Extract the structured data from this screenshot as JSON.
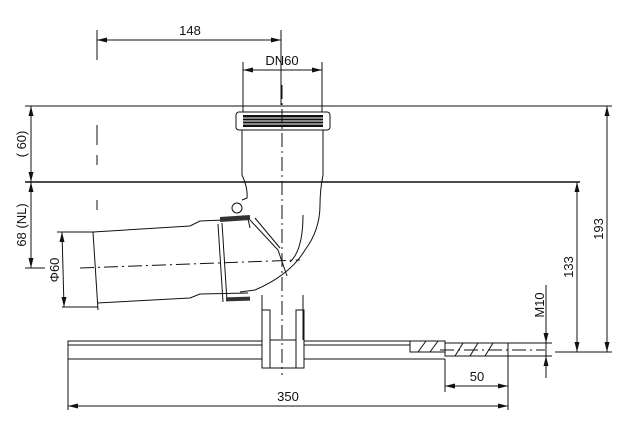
{
  "dimensions": {
    "offset_horizontal": "148",
    "nominal_diameter": "DN60",
    "upper_height": "( 60)",
    "nl_height": "68 (NL)",
    "outlet_diameter": "Φ60",
    "height_nl": "133",
    "height_total": "193",
    "thread": "M10",
    "thread_length": "50",
    "total_length": "350"
  }
}
